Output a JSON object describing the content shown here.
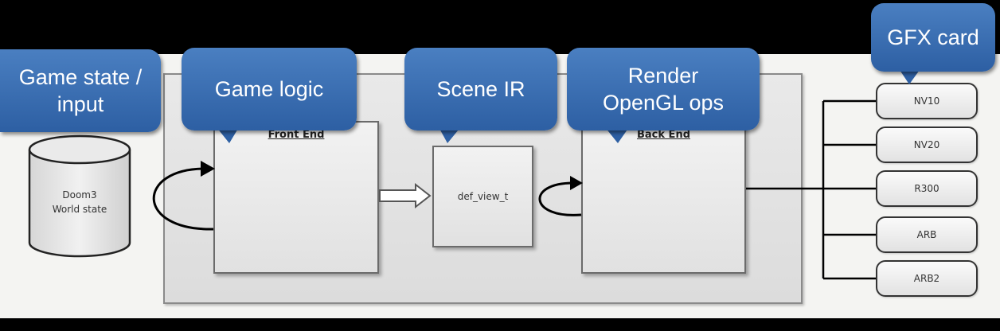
{
  "callouts": {
    "game_state": "Game state /\ninput",
    "game_logic": "Game logic",
    "scene_ir": "Scene IR",
    "render": "Render\nOpenGL ops",
    "gfx_card": "GFX card"
  },
  "database": {
    "line1": "Doom3",
    "line2": "World state"
  },
  "front_end": {
    "title": "Front End"
  },
  "def_view": {
    "label": "def_view_t"
  },
  "back_end": {
    "title": "Back End"
  },
  "cards": [
    "NV10",
    "NV20",
    "R300",
    "ARB",
    "ARB2"
  ],
  "colors": {
    "callout_blue": "#3a6fb5",
    "background": "#f4f4f2",
    "frame": "#000000"
  }
}
